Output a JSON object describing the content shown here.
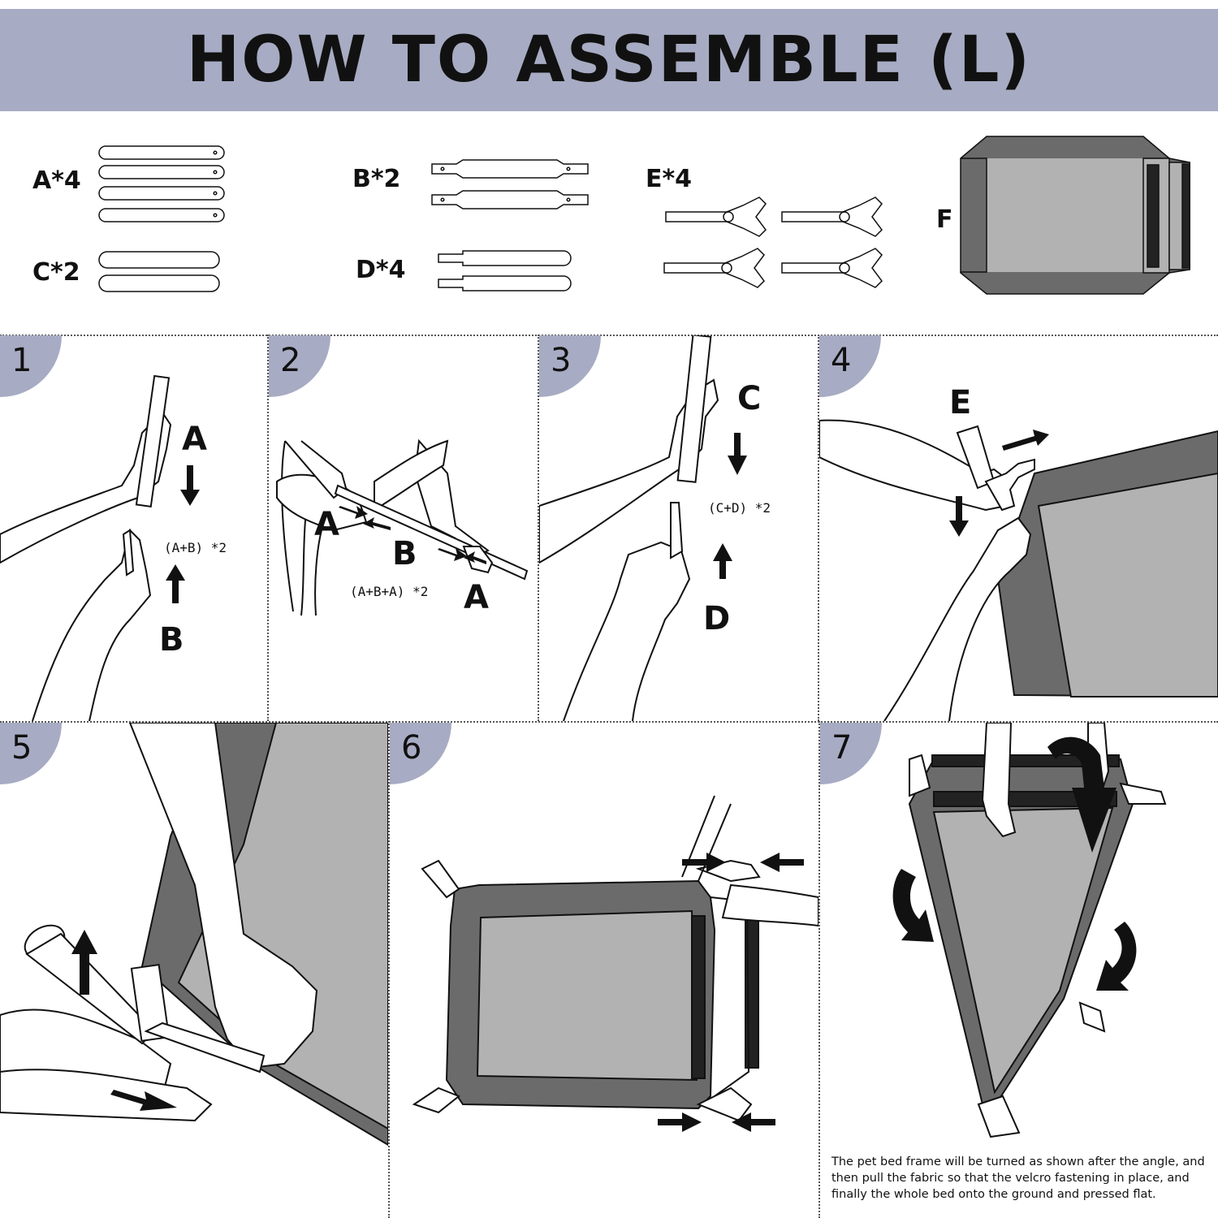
{
  "title": "HOW TO ASSEMBLE (L)",
  "parts": {
    "a": "A*4",
    "b": "B*2",
    "c": "C*2",
    "d": "D*4",
    "e": "E*4",
    "f": "F"
  },
  "steps": [
    {
      "number": "1",
      "label_top": "A",
      "label_bottom": "B",
      "formula": "(A+B) *2"
    },
    {
      "number": "2",
      "label_left": "A",
      "label_mid": "B",
      "label_right": "A",
      "formula": "(A+B+A) *2"
    },
    {
      "number": "3",
      "label_top": "C",
      "label_bottom": "D",
      "formula": "(C+D) *2"
    },
    {
      "number": "4",
      "label_top": "E"
    },
    {
      "number": "5"
    },
    {
      "number": "6"
    },
    {
      "number": "7",
      "note": "The pet bed frame will be turned as shown after the angle, and then pull the fabric so that the velcro fastening in place, and finally the whole bed onto the ground and pressed flat."
    }
  ],
  "colors": {
    "banner": "#a7abc3",
    "fabric_dark": "#6b6b6b",
    "fabric_light": "#b2b2b2",
    "strip": "#222222"
  }
}
